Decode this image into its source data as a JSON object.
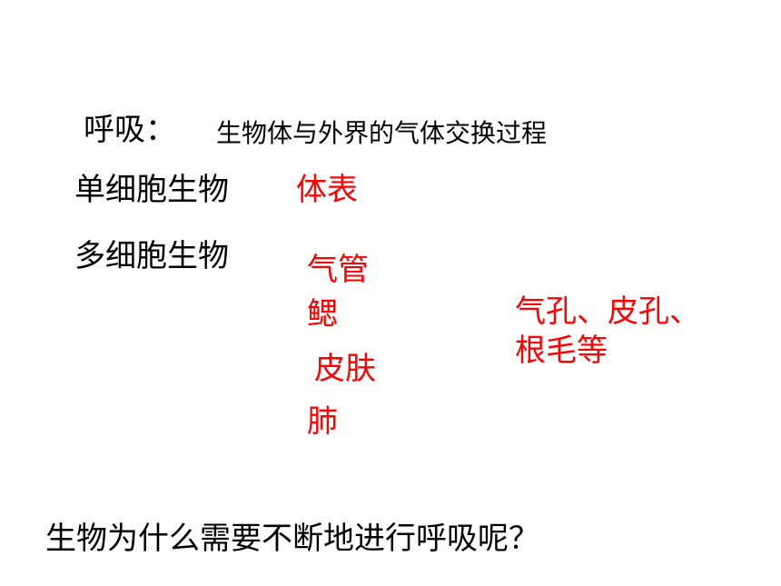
{
  "colors": {
    "text": "#000000",
    "accent": "#ff0000",
    "background": "#ffffff"
  },
  "definition": {
    "term": "呼吸：",
    "text": "生物体与外界的气体交换过程"
  },
  "single_cell": {
    "label": "单细胞生物",
    "organ": "体表"
  },
  "multi_cell": {
    "label": "多细胞生物",
    "organs": [
      "气管",
      "鳃",
      "皮肤",
      "肺"
    ]
  },
  "plants": {
    "line1": "气孔、皮孔、",
    "line2": "根毛等"
  },
  "question": "生物为什么需要不断地进行呼吸呢？"
}
